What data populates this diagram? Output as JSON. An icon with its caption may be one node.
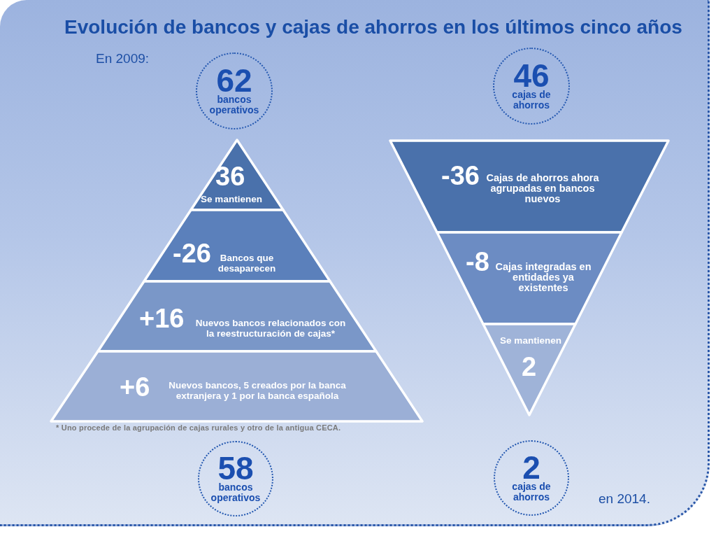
{
  "diagram": {
    "title": "Evolución de bancos y cajas de ahorros en los últimos cinco años",
    "nodes": [
      {
        "text": [
          "62",
          "bancos operativos"
        ]
      },
      {
        "text": [
          "46",
          "cajas de ahorros"
        ]
      },
      {
        "text": [
          "36",
          "Se mantienen"
        ]
      },
      {
        "text": [
          "-26",
          "Bancos que desaparecen"
        ]
      },
      {
        "text": [
          "+16",
          "Nuevos bancos relacionados con la reestructuración de cajas*"
        ]
      },
      {
        "text": [
          "+6",
          "Nuevos bancos, 5 creados por la banca extranjera y 1 por la banca española"
        ]
      },
      {
        "text": [
          "-36",
          "Cajas de ahorros ahora agrupadas en bancos nuevos"
        ]
      },
      {
        "text": [
          "-8",
          "Cajas integradas en entidades ya existentes"
        ]
      },
      {
        "text": [
          "Se mantienen",
          "2"
        ]
      },
      {
        "text": [
          "58",
          "bancos operativos"
        ]
      },
      {
        "text": [
          "2",
          "cajas de ahorros"
        ]
      }
    ],
    "labels": [
      "En 2009:",
      "* Uno procede de la agrupación de cajas rurales y otro de la antigua CECA.",
      "en 2014."
    ]
  }
}
